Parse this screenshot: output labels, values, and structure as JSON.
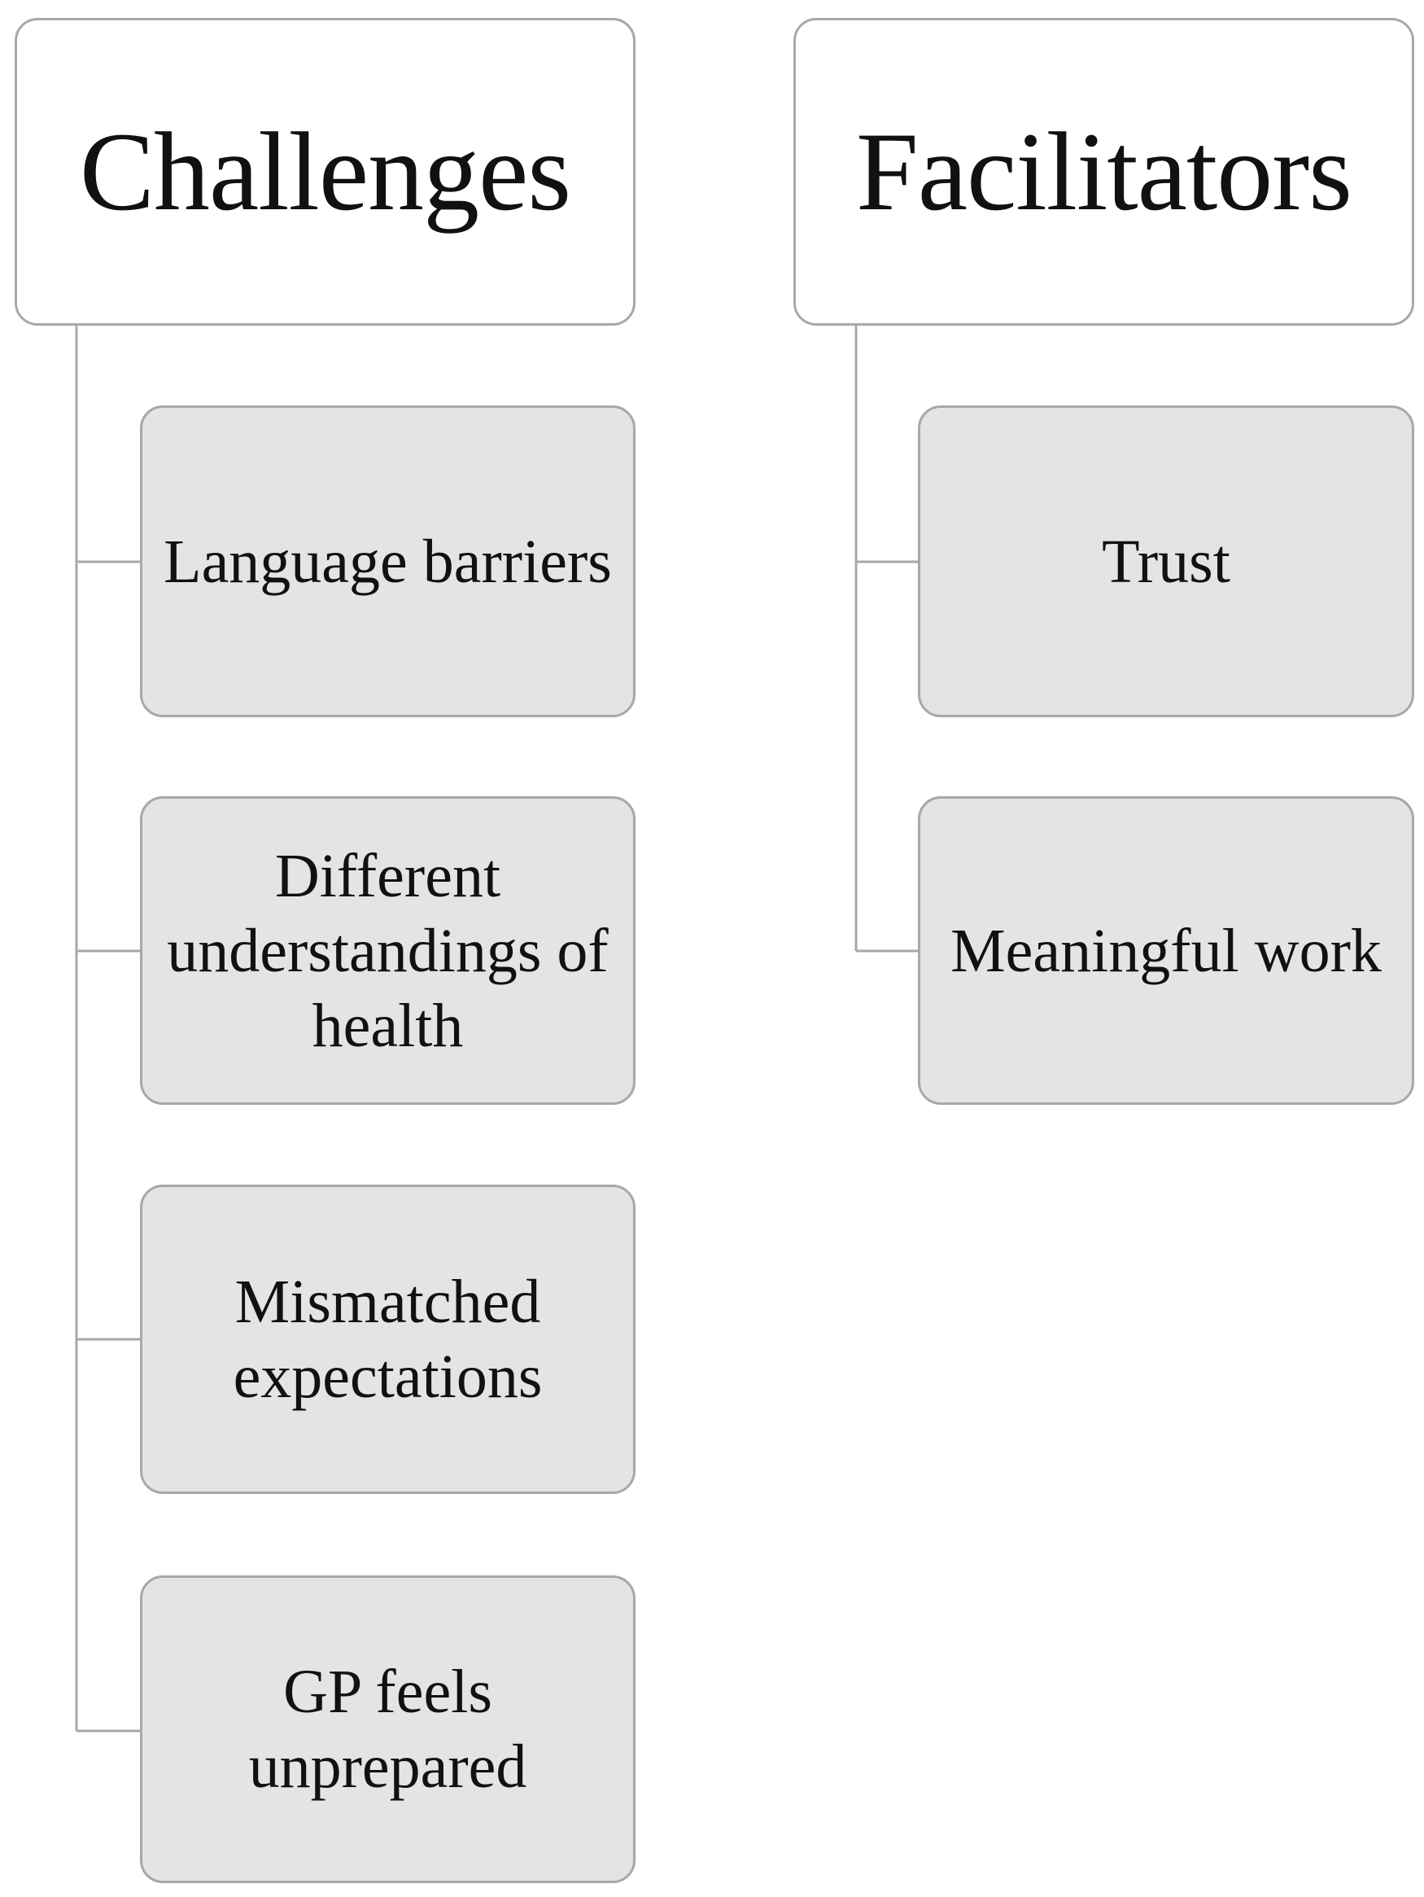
{
  "colors": {
    "header_fill": "#ffffff",
    "child_fill": "#e4e4e4",
    "border": "#a8a8a8",
    "connector": "#a8a8a8",
    "text": "#111111"
  },
  "diagram": {
    "challenges": {
      "title": "Challenges",
      "items": [
        {
          "label": "Language barriers"
        },
        {
          "label": "Different understandings of health"
        },
        {
          "label": "Mismatched expectations"
        },
        {
          "label": "GP feels unprepared"
        }
      ]
    },
    "facilitators": {
      "title": "Facilitators",
      "items": [
        {
          "label": "Trust"
        },
        {
          "label": "Meaningful work"
        }
      ]
    }
  }
}
